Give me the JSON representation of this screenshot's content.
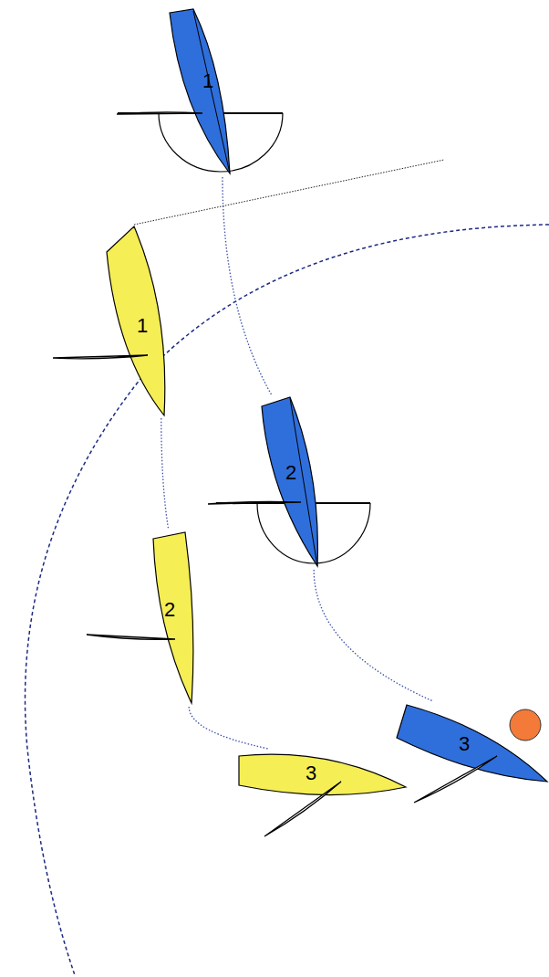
{
  "diagram": {
    "nodes": [
      {
        "text": [
          "1"
        ]
      },
      {
        "text": [
          "1"
        ]
      },
      {
        "text": [
          "2"
        ]
      },
      {
        "text": [
          "2"
        ]
      },
      {
        "text": [
          "3"
        ]
      },
      {
        "text": [
          "3"
        ]
      }
    ],
    "edges": [
      {
        "from": 0,
        "to": 2,
        "arrow": "none"
      },
      {
        "from": 2,
        "to": 5,
        "arrow": "none"
      },
      {
        "from": 1,
        "to": 3,
        "arrow": "none"
      },
      {
        "from": 3,
        "to": 4,
        "arrow": "none"
      }
    ]
  }
}
